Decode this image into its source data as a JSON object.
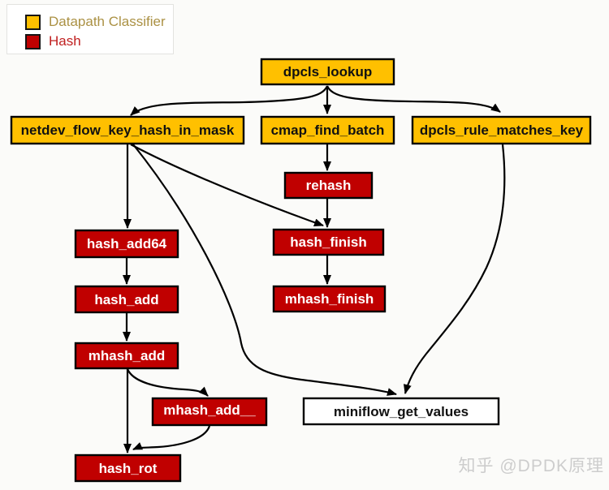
{
  "legend": {
    "items": [
      {
        "label": "Datapath Classifier",
        "swatch_color": "#FFC000",
        "text_color": "#AB9144"
      },
      {
        "label": "Hash",
        "swatch_color": "#C00000",
        "text_color": "#C02020"
      }
    ]
  },
  "nodes": {
    "dpcls_lookup": {
      "label": "dpcls_lookup",
      "type": "classifier"
    },
    "netdev_flow_key_hash_in_mask": {
      "label": "netdev_flow_key_hash_in_mask",
      "type": "classifier"
    },
    "cmap_find_batch": {
      "label": "cmap_find_batch",
      "type": "classifier"
    },
    "dpcls_rule_matches_key": {
      "label": "dpcls_rule_matches_key",
      "type": "classifier"
    },
    "rehash": {
      "label": "rehash",
      "type": "hash"
    },
    "hash_finish": {
      "label": "hash_finish",
      "type": "hash"
    },
    "mhash_finish": {
      "label": "mhash_finish",
      "type": "hash"
    },
    "hash_add64": {
      "label": "hash_add64",
      "type": "hash"
    },
    "hash_add": {
      "label": "hash_add",
      "type": "hash"
    },
    "mhash_add": {
      "label": "mhash_add",
      "type": "hash"
    },
    "mhash_add__": {
      "label": "mhash_add__",
      "type": "hash"
    },
    "hash_rot": {
      "label": "hash_rot",
      "type": "hash"
    },
    "miniflow_get_values": {
      "label": "miniflow_get_values",
      "type": "plain"
    }
  },
  "edges": [
    {
      "from": "dpcls_lookup",
      "to": "netdev_flow_key_hash_in_mask"
    },
    {
      "from": "dpcls_lookup",
      "to": "cmap_find_batch"
    },
    {
      "from": "dpcls_lookup",
      "to": "dpcls_rule_matches_key"
    },
    {
      "from": "netdev_flow_key_hash_in_mask",
      "to": "hash_add64"
    },
    {
      "from": "netdev_flow_key_hash_in_mask",
      "to": "hash_finish"
    },
    {
      "from": "netdev_flow_key_hash_in_mask",
      "to": "miniflow_get_values"
    },
    {
      "from": "cmap_find_batch",
      "to": "rehash"
    },
    {
      "from": "rehash",
      "to": "hash_finish"
    },
    {
      "from": "hash_finish",
      "to": "mhash_finish"
    },
    {
      "from": "hash_add64",
      "to": "hash_add"
    },
    {
      "from": "hash_add",
      "to": "mhash_add"
    },
    {
      "from": "mhash_add",
      "to": "mhash_add__"
    },
    {
      "from": "mhash_add",
      "to": "hash_rot"
    },
    {
      "from": "mhash_add__",
      "to": "hash_rot"
    },
    {
      "from": "dpcls_rule_matches_key",
      "to": "miniflow_get_values"
    }
  ],
  "colors": {
    "classifier_fill": "#FFC000",
    "hash_fill": "#C00000",
    "plain_fill": "#FFFFFF",
    "edge": "#000000"
  },
  "watermark": {
    "text": "知乎 @DPDK原理"
  }
}
